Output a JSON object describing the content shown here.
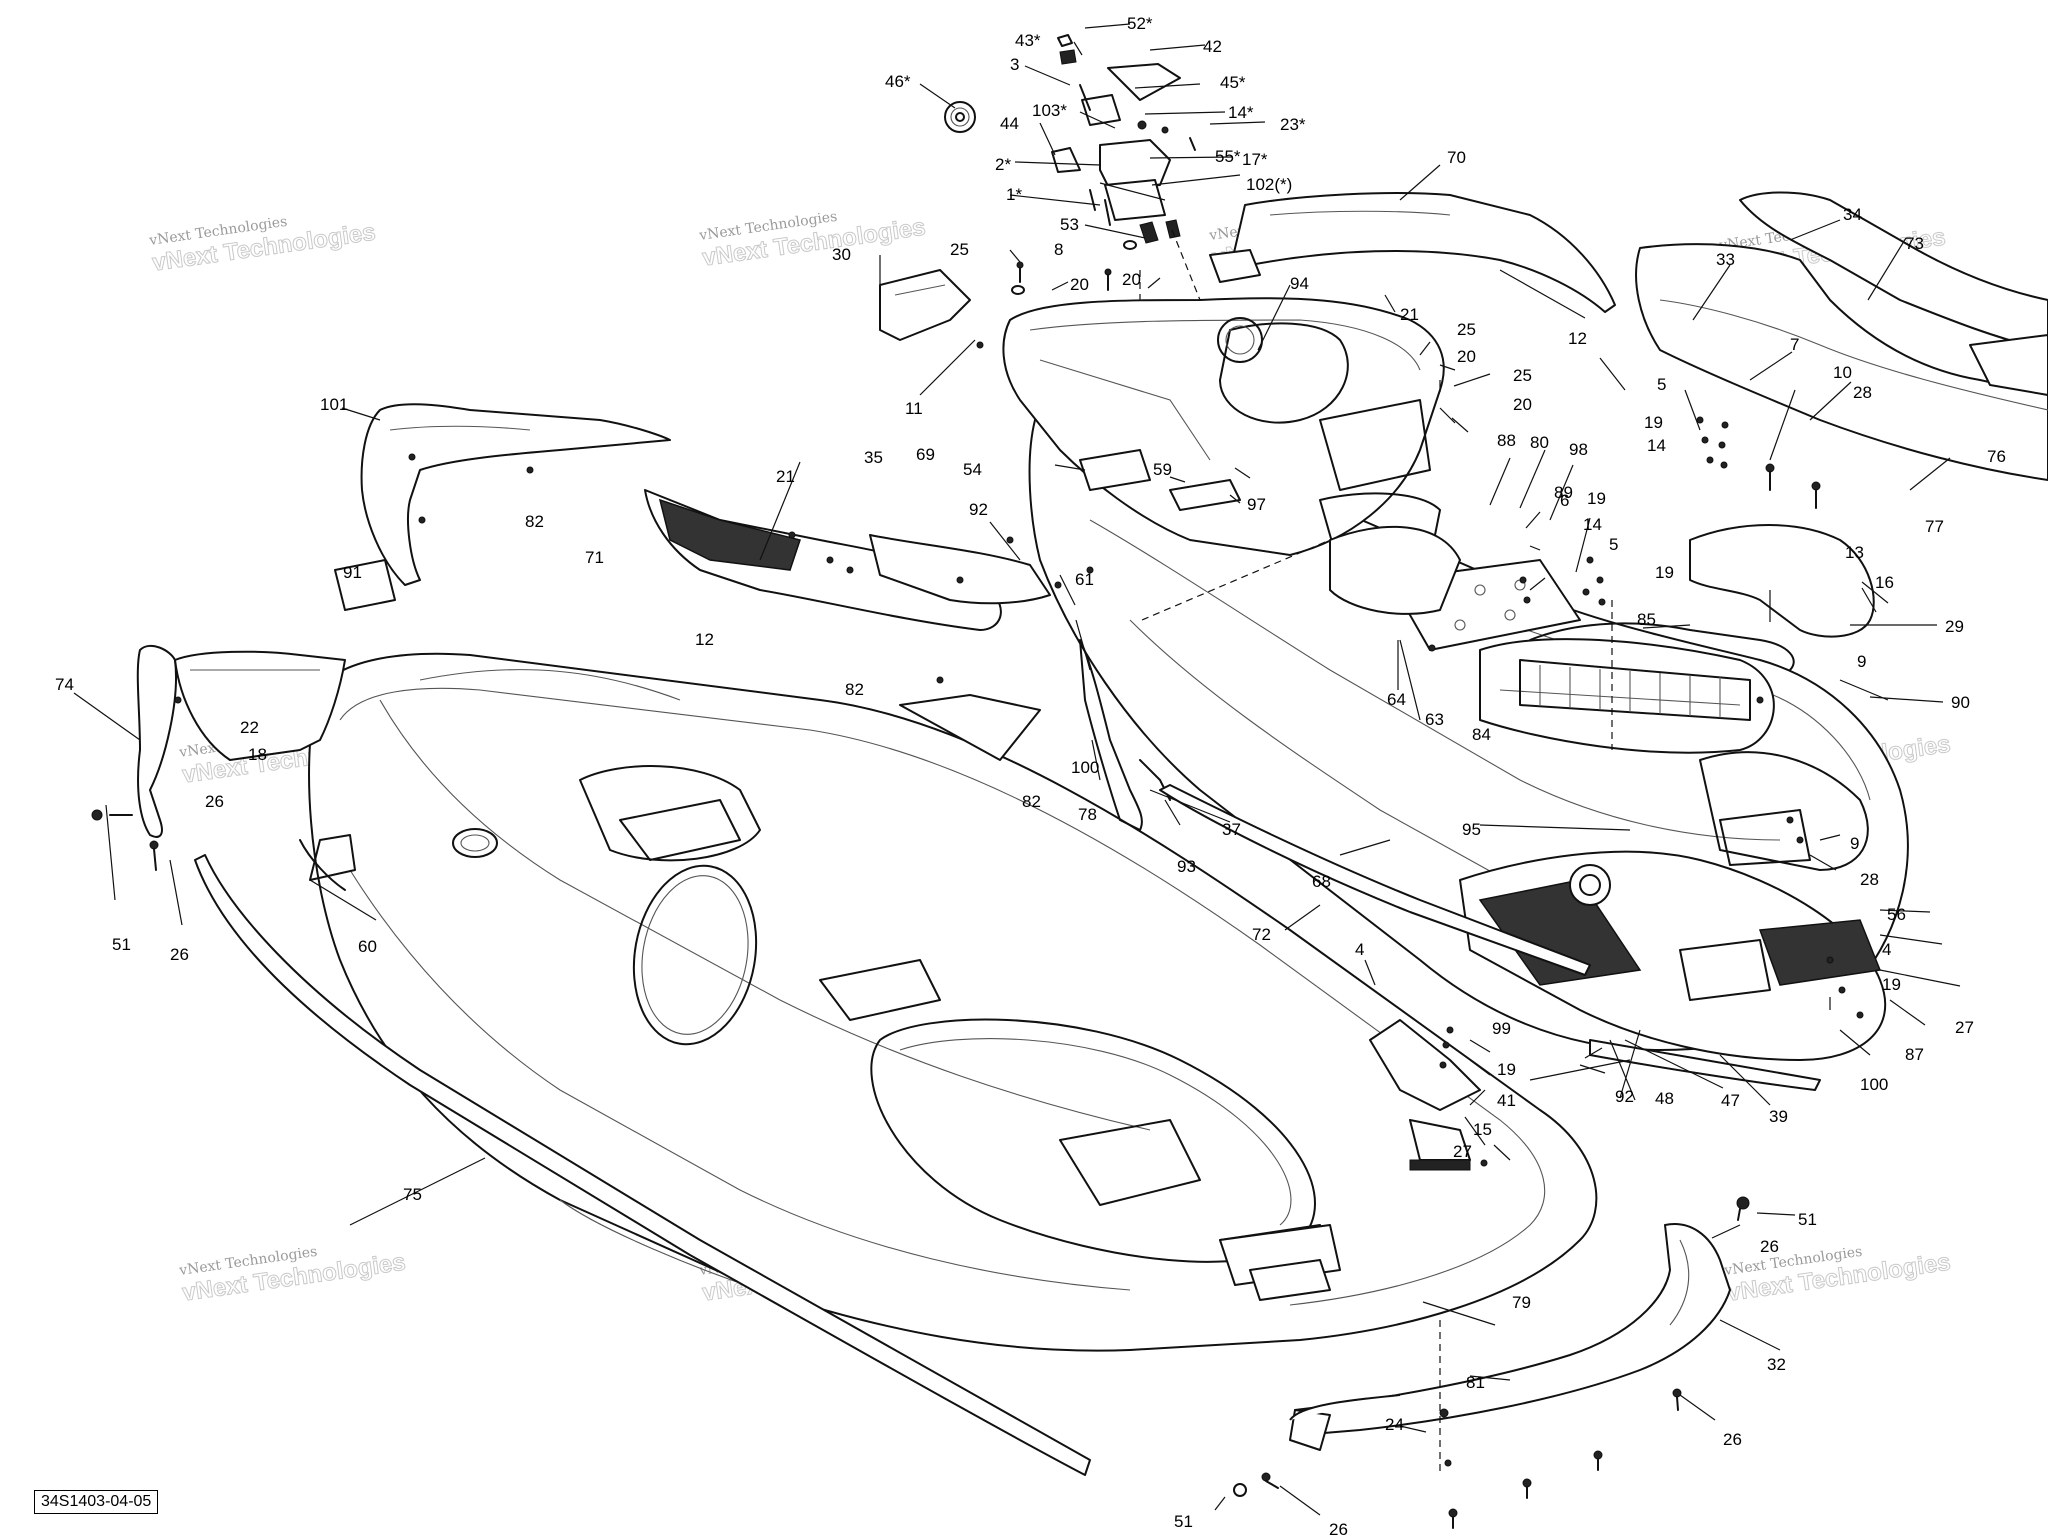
{
  "diagram_code": "34S1403-04-05",
  "watermark": {
    "line1": "vNext Technologies",
    "line2": "vNext Technologies"
  },
  "callouts": [
    "52*",
    "43*",
    "42",
    "3",
    "46*",
    "45*",
    "103*",
    "14*",
    "44",
    "23*",
    "55*",
    "2*",
    "17*",
    "102(*)",
    "1*",
    "70",
    "53",
    "8",
    "25",
    "20",
    "20",
    "30",
    "94",
    "21",
    "12",
    "34",
    "73",
    "33",
    "7",
    "11",
    "69",
    "25",
    "20",
    "25",
    "20",
    "101",
    "35",
    "21",
    "54",
    "59",
    "88",
    "80",
    "98",
    "97",
    "5",
    "10",
    "28",
    "19",
    "14",
    "76",
    "82",
    "92",
    "71",
    "89",
    "6",
    "19",
    "14",
    "77",
    "13",
    "16",
    "5",
    "91",
    "19",
    "85",
    "29",
    "12",
    "61",
    "82",
    "63",
    "84",
    "64",
    "9",
    "90",
    "74",
    "22",
    "18",
    "100",
    "26",
    "82",
    "78",
    "37",
    "93",
    "95",
    "68",
    "9",
    "28",
    "51",
    "26",
    "60",
    "72",
    "4",
    "19",
    "56",
    "4",
    "27",
    "87",
    "100",
    "99",
    "19",
    "41",
    "92",
    "48",
    "47",
    "39",
    "15",
    "27",
    "75",
    "51",
    "26",
    "79",
    "81",
    "32",
    "24",
    "26",
    "51",
    "26"
  ]
}
